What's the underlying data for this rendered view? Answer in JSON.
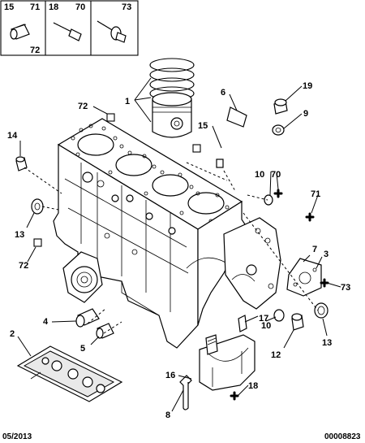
{
  "legend": {
    "box1": {
      "top": "15",
      "top_right": "71",
      "bottom_right": "72"
    },
    "box2": {
      "top": "18",
      "top_right": "70"
    },
    "box3": {
      "top_right": "73"
    }
  },
  "callouts": {
    "c1": "1",
    "c2": "2",
    "c3": "3",
    "c4": "4",
    "c5": "5",
    "c6": "6",
    "c7": "7",
    "c8": "8",
    "c9": "9",
    "c10a": "10",
    "c10b": "10",
    "c12": "12",
    "c13a": "13",
    "c13b": "13",
    "c14": "14",
    "c15": "15",
    "c16": "16",
    "c17": "17",
    "c18": "18",
    "c19": "19",
    "c70": "70",
    "c71": "71",
    "c72a": "72",
    "c72b": "72",
    "c73": "73"
  },
  "footer": {
    "date": "05/2013",
    "reference": "00008823"
  }
}
